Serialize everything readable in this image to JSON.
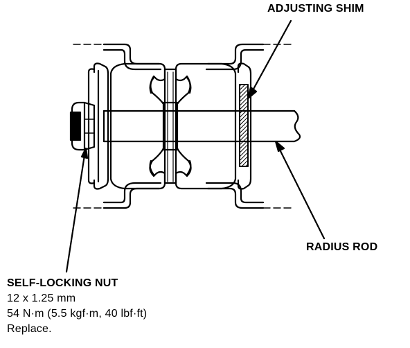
{
  "colors": {
    "ink": "#000000",
    "paper": "#ffffff"
  },
  "labels": {
    "adjusting_shim": "ADJUSTING SHIM",
    "radius_rod": "RADIUS ROD",
    "self_locking_nut": {
      "title": "SELF-LOCKING NUT",
      "size": "12 x 1.25 mm",
      "torque": "54 N·m (5.5 kgf·m, 40 lbf·ft)",
      "note": "Replace."
    }
  }
}
